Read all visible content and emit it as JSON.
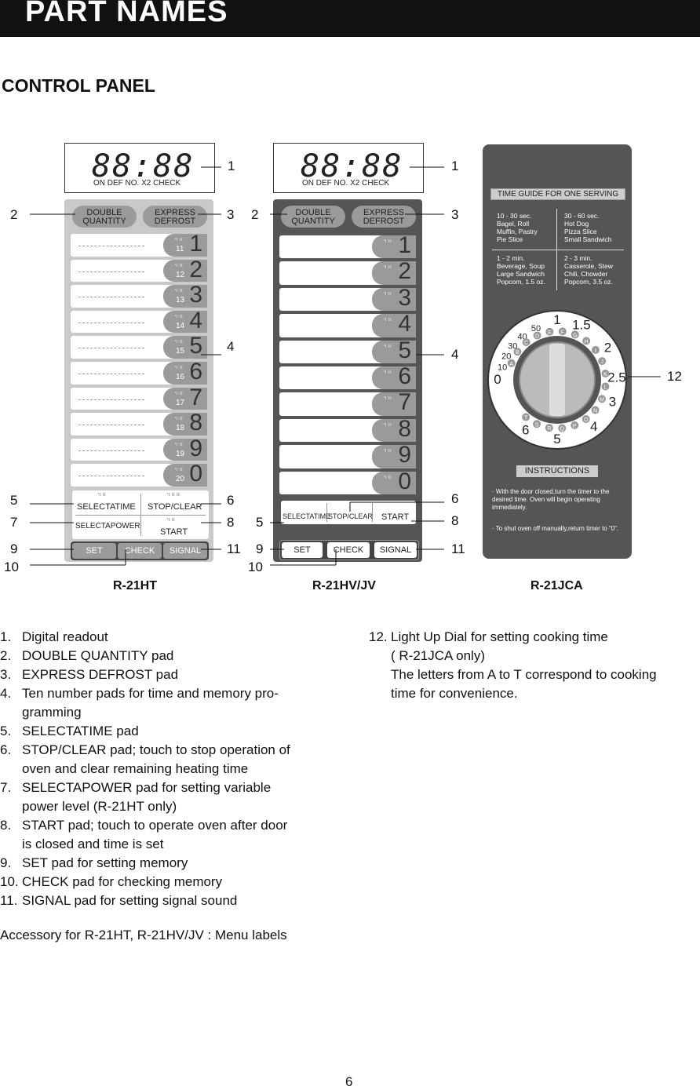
{
  "header": {
    "title": "PART NAMES"
  },
  "section_title": "CONTROL PANEL",
  "display": {
    "digits": "88:88",
    "indicators": "ON   DEF  NO.  X2   CHECK"
  },
  "pads": {
    "double_quantity": "DOUBLE QUANTITY",
    "express_defrost": "EXPRESS DEFROST",
    "numbers": [
      "1",
      "2",
      "3",
      "4",
      "5",
      "6",
      "7",
      "8",
      "9",
      "0"
    ],
    "memory_numbers": [
      "11",
      "12",
      "13",
      "14",
      "15",
      "16",
      "17",
      "18",
      "19",
      "20"
    ],
    "selectatime": "SELECTATIME",
    "stop_clear": "STOP/CLEAR",
    "selectapower": "SELECTAPOWER",
    "start": "START",
    "set": "SET",
    "check": "CHECK",
    "signal": "SIGNAL"
  },
  "callouts": {
    "ht": [
      "1",
      "2",
      "3",
      "4",
      "5",
      "6",
      "7",
      "8",
      "9",
      "10",
      "11"
    ],
    "hv": [
      "1",
      "2",
      "3",
      "4",
      "6",
      "5",
      "8",
      "9",
      "11",
      "10"
    ],
    "jca": "12"
  },
  "models": [
    "R-21HT",
    "R-21HV/JV",
    "R-21JCA"
  ],
  "jca_panel": {
    "time_guide_title": "TIME GUIDE FOR ONE SERVING",
    "guide": [
      [
        "10 - 30 sec.",
        "Bagel, Roll",
        "Muffin, Pastry",
        "Pie Slice"
      ],
      [
        "30 - 60 sec.",
        "Hot Dog",
        "Pizza Slice",
        "Small Sandwich"
      ],
      [
        "1 - 2 min.",
        "Beverage, Soup",
        "Large Sandwich",
        "Popcorn, 1.5 oz."
      ],
      [
        "2 - 3 min.",
        "Casserole, Stew",
        "Chili, Chowder",
        "Popcorn, 3.5 oz."
      ]
    ],
    "dial_numbers": [
      "0",
      "10",
      "20",
      "30",
      "40",
      "50",
      "1",
      "1.5",
      "2",
      "2.5",
      "3",
      "4",
      "5",
      "6"
    ],
    "dial_letters": [
      "A",
      "B",
      "C",
      "D",
      "E",
      "F",
      "G",
      "H",
      "I",
      "J",
      "K",
      "L",
      "M",
      "N",
      "O",
      "P",
      "Q",
      "R",
      "S",
      "T"
    ],
    "instructions_title": "INSTRUCTIONS",
    "instructions": [
      "· With the door closed,turn the timer to the desired time.  Oven will begin operating immediately.",
      "· To shut oven off manually,return timer to \"0\"."
    ]
  },
  "legend": [
    {
      "n": "1.",
      "lines": [
        "Digital readout"
      ]
    },
    {
      "n": "2.",
      "lines": [
        "DOUBLE QUANTITY pad"
      ]
    },
    {
      "n": "3.",
      "lines": [
        "EXPRESS DEFROST pad"
      ]
    },
    {
      "n": "4.",
      "lines": [
        "Ten number pads for time and memory pro-",
        "gramming"
      ]
    },
    {
      "n": "5.",
      "lines": [
        "SELECTATIME pad"
      ]
    },
    {
      "n": "6.",
      "lines": [
        "STOP/CLEAR pad; touch to stop operation of",
        "oven and clear remaining heating time"
      ]
    },
    {
      "n": "7.",
      "lines": [
        "SELECTAPOWER pad for setting variable",
        "power level (R-21HT only)"
      ]
    },
    {
      "n": "8.",
      "lines": [
        "START pad; touch to operate oven after door",
        "is closed and time is set"
      ]
    },
    {
      "n": "9.",
      "lines": [
        "SET pad for setting memory"
      ]
    },
    {
      "n": "10.",
      "lines": [
        "CHECK pad for checking memory"
      ]
    },
    {
      "n": "11.",
      "lines": [
        "SIGNAL pad for setting signal sound"
      ]
    }
  ],
  "legend_12": {
    "n": "12.",
    "lines": [
      "Light Up Dial for setting cooking time",
      "( R-21JCA only)",
      "The letters from A to T correspond to cooking",
      "time for convenience."
    ]
  },
  "accessory_note": "Accessory for R-21HT, R-21HV/JV : Menu labels",
  "page_number": "6"
}
